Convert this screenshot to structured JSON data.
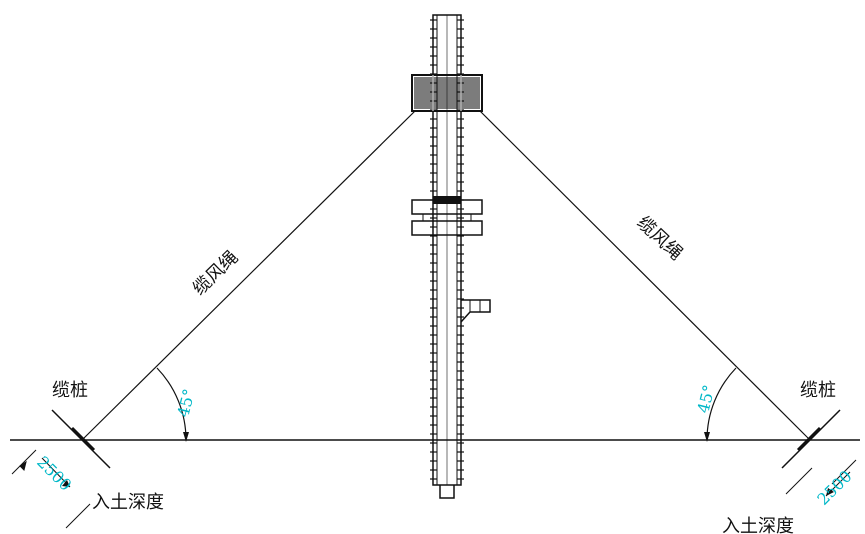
{
  "labels": {
    "guy_rope": "缆风绳",
    "anchor_pile": "缆桩",
    "embed_depth": "入土深度",
    "angle": "45°",
    "depth_value": "2500"
  },
  "colors": {
    "line": "#111111",
    "dimension": "#00b8c8",
    "background": "#ffffff"
  }
}
